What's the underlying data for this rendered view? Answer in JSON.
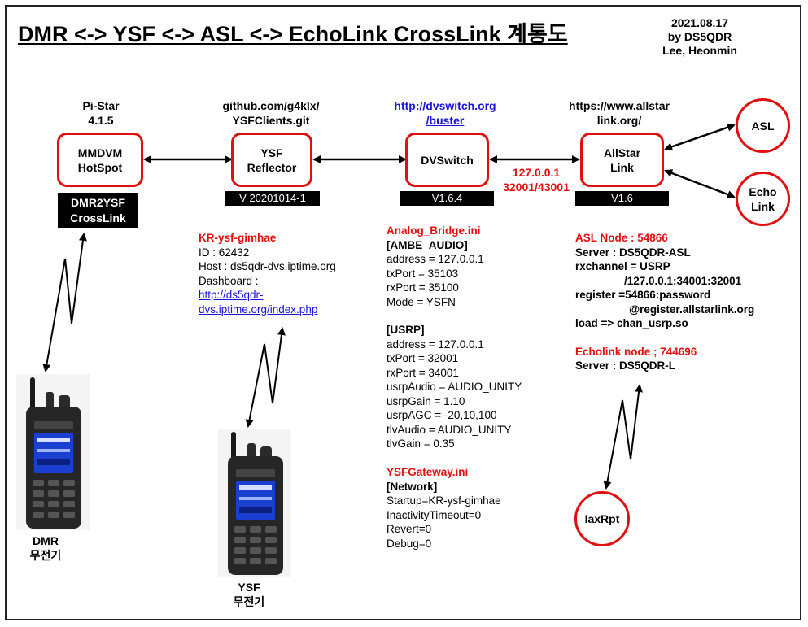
{
  "title": "DMR <-> YSF <-> ASL <-> EchoLink CrossLink 계통도",
  "credit": [
    "2021.08.17",
    "by DS5QDR",
    "Lee, Heonmin"
  ],
  "nodes": {
    "mmdvm": {
      "top": "Pi-Star",
      "top2": "4.1.5",
      "line1": "MMDVM",
      "line2": "HotSpot",
      "badge1": "DMR2YSF",
      "badge2": "CrossLink"
    },
    "ysf": {
      "top": "github.com/g4klx/",
      "top2": "YSFClients.git",
      "line1": "YSF",
      "line2": "Reflector",
      "version": "V 20201014-1"
    },
    "dvswitch": {
      "top": "http://dvswitch.org",
      "top2": "/buster",
      "line1": "DVSwitch",
      "version": "V1.6.4"
    },
    "allstar": {
      "top": "https://www.allstar",
      "top2": "link.org/",
      "line1": "AllStar",
      "line2": "Link",
      "version": "V1.6"
    },
    "asl": {
      "label": "ASL"
    },
    "echolink": {
      "line1": "Echo",
      "line2": "Link"
    },
    "iaxrpt": {
      "label": "IaxRpt"
    }
  },
  "port_label": {
    "line1": "127.0.0.1",
    "line2": "32001/43001"
  },
  "reflector_info": {
    "name": "KR-ysf-gimhae",
    "id": "ID : 62432",
    "host": "Host : ds5qdr-dvs.iptime.org",
    "dashboard": "Dashboard :",
    "url1": "http://ds5qdr-",
    "url2": "dvs.iptime.org/index.php"
  },
  "analog_bridge": {
    "file": "Analog_Bridge.ini",
    "section1": "[AMBE_AUDIO]",
    "lines1": [
      "address = 127.0.0.1",
      "txPort = 35103",
      "rxPort = 35100",
      "Mode = YSFN"
    ],
    "section2": "[USRP]",
    "lines2": [
      "address = 127.0.0.1",
      "txPort = 32001",
      "rxPort = 34001",
      "usrpAudio = AUDIO_UNITY",
      "usrpGain = 1.10",
      "usrpAGC = -20,10,100",
      "tlvAudio = AUDIO_UNITY",
      "tlvGain = 0.35"
    ]
  },
  "ysf_gateway": {
    "file": "YSFGateway.ini",
    "section": "[Network]",
    "lines": [
      "Startup=KR-ysf-gimhae",
      "InactivityTimeout=0",
      "Revert=0",
      "Debug=0"
    ]
  },
  "asl_info": {
    "title": "ASL Node : 54866",
    "server": "Server : DS5QDR-ASL",
    "rx1": "rxchannel =  USRP",
    "rx2": "/127.0.0.1:34001:32001",
    "reg1": "register =54866:password",
    "reg2": "@register.allstarlink.org",
    "load": "load => chan_usrp.so"
  },
  "echolink_info": {
    "title": "Echolink node ; 744696",
    "server": "Server : DS5QDR-L"
  },
  "radios": {
    "dmr": {
      "line1": "DMR",
      "line2": "무전기"
    },
    "ysf": {
      "line1": "YSF",
      "line2": "무전기"
    }
  },
  "colors": {
    "accent": "#e01010",
    "link": "#1a14d4",
    "screen": "#1b3fd1"
  }
}
